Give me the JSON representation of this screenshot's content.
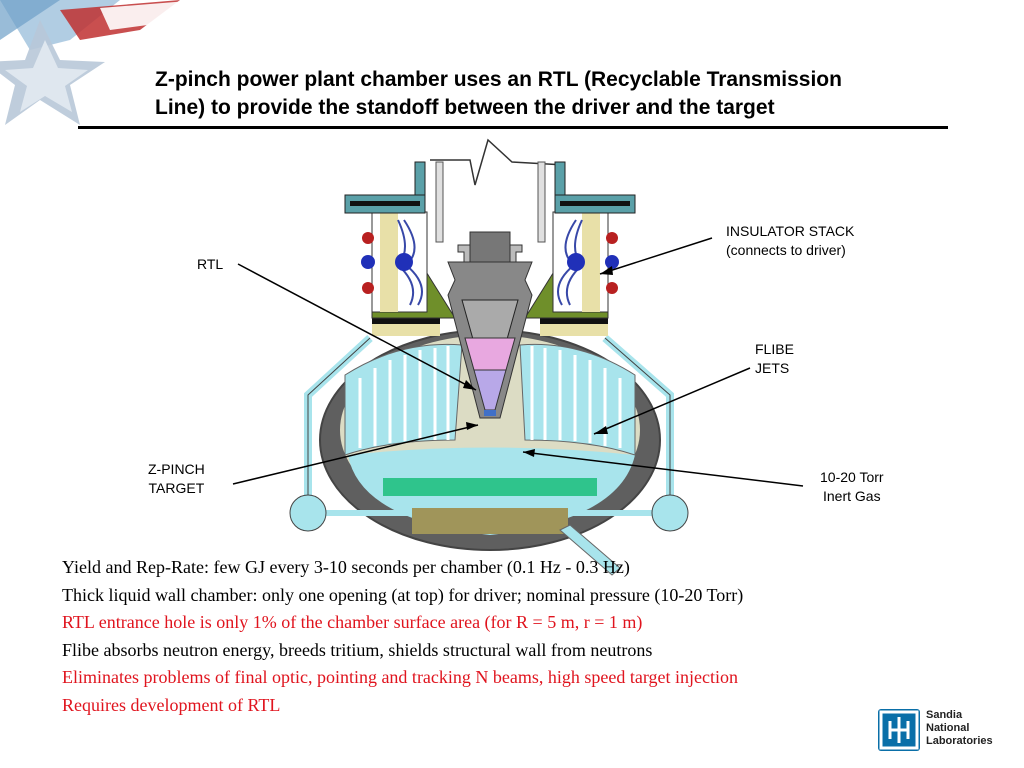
{
  "title": {
    "line1": "Z-pinch power plant chamber uses an RTL (Recyclable Transmission",
    "line2": "Line) to provide the standoff between the driver and the target"
  },
  "callouts": {
    "insulator_stack": {
      "line1": "INSULATOR STACK",
      "line2": "(connects to driver)"
    },
    "rtl": {
      "line1": "RTL"
    },
    "flibe_jets": {
      "line1": "FLIBE",
      "line2": "JETS"
    },
    "z_pinch_target": {
      "line1": "Z-PINCH",
      "line2": "TARGET"
    },
    "inert_gas": {
      "line1": "10-20 Torr",
      "line2": "Inert Gas"
    }
  },
  "bullets": [
    {
      "text": "Yield and Rep-Rate:  few GJ every 3-10 seconds per chamber (0.1 Hz  - 0.3 Hz)",
      "color": "#000000"
    },
    {
      "text": "Thick liquid wall chamber:  only one opening (at top) for driver;  nominal pressure (10-20 Torr)",
      "color": "#000000"
    },
    {
      "text": "RTL entrance hole is only 1% of the chamber surface area  (for R = 5 m, r = 1 m)",
      "color": "#e0141e"
    },
    {
      "text": "Flibe absorbs neutron energy, breeds tritium, shields structural wall from neutrons",
      "color": "#000000"
    },
    {
      "text": "Eliminates problems of final optic, pointing and tracking N beams, high speed target injection",
      "color": "#e0141e"
    },
    {
      "text": "Requires development of RTL",
      "color": "#e0141e"
    }
  ],
  "logo": {
    "line1": "Sandia",
    "line2": "National",
    "line3": "Laboratories"
  },
  "colors": {
    "chamber_wall": "#5f5f5f",
    "flibe": "#a8e4ec",
    "gas": "#dcdcc4",
    "insulator": "#e8e0a8",
    "rtl_cone": "#888888",
    "target": "#e8a8e0",
    "green_plate": "#6f8f2a",
    "red_accent": "#e0141e"
  }
}
